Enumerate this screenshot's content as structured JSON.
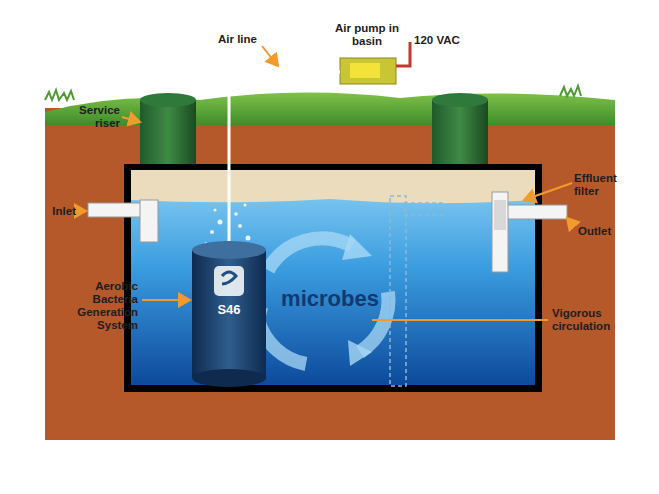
{
  "diagram": {
    "labels": [
      "Air line",
      "Air pump in basin",
      "120 VAC",
      "Service riser",
      "Effluent filter",
      "Inlet",
      "Outlet",
      "Aerobic Bacteria Generation System",
      "microbes",
      "Vigorous circulation",
      "S46"
    ]
  }
}
